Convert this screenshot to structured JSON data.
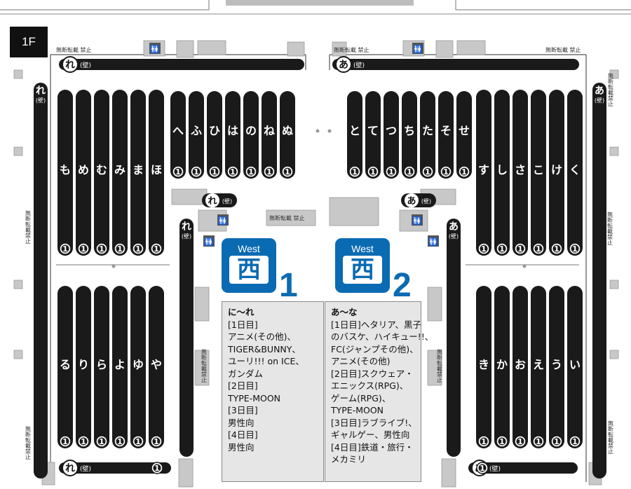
{
  "floor": "1F",
  "colors": {
    "island": "#1a1a1a",
    "accent": "#0a6bb3",
    "box": "#e6e6e6",
    "wall": "#bdbdbd"
  },
  "labels": {
    "no_repro_h": "無断転載 禁止",
    "no_repro_v": "無断転載禁止",
    "wall": "(壁)",
    "space_num": "1",
    "wall_re": "れ",
    "wall_a": "あ"
  },
  "halls": [
    {
      "en": "West",
      "kanji": "西",
      "number": "1",
      "range": "に〜れ",
      "lines": [
        "[1日目]",
        "アニメ(その他)、",
        "TIGER&BUNNY、",
        "ユーリ!!! on ICE、",
        "ガンダム",
        "[2日目]",
        "TYPE-MOON",
        "[3日目]",
        "男性向",
        "[4日目]",
        "男性向"
      ]
    },
    {
      "en": "West",
      "kanji": "西",
      "number": "2",
      "range": "あ〜な",
      "lines": [
        "[1日目]ヘタリア、黒子",
        "のバスケ、ハイキュー!!、",
        "FC(ジャンプその他)、",
        "アニメ(その他)",
        "[2日目]スクウェア・",
        "エニックス(RPG)、",
        "ゲーム(RPG)、",
        "TYPE-MOON",
        "[3日目]ラブライブ!、",
        "ギャルゲー、男性向",
        "[4日目]鉄道・旅行・",
        "メカミリ"
      ]
    }
  ],
  "blocks": {
    "left_top": [
      "も",
      "め",
      "む",
      "み",
      "ま",
      "ほ"
    ],
    "left_mid": [
      "へ",
      "ふ",
      "ひ",
      "は",
      "の",
      "ね",
      "ぬ"
    ],
    "right_mid": [
      "と",
      "て",
      "つ",
      "ち",
      "た",
      "そ",
      "せ"
    ],
    "right_top": [
      "す",
      "し",
      "さ",
      "こ",
      "け",
      "く"
    ],
    "left_bottom": [
      "る",
      "り",
      "ら",
      "よ",
      "ゆ",
      "や"
    ],
    "right_bottom": [
      "き",
      "か",
      "お",
      "え",
      "う",
      "い"
    ]
  }
}
